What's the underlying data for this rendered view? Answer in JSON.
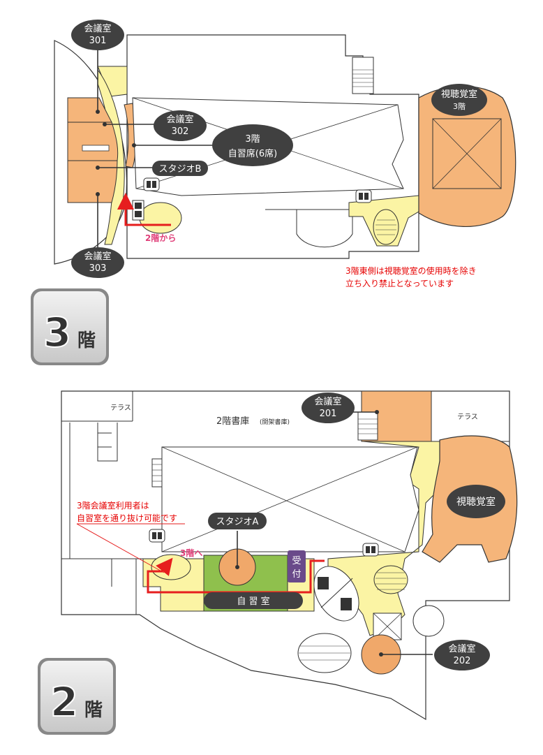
{
  "colors": {
    "room_orange": "#f5b57a",
    "room_orange_dark": "#f0a86a",
    "corridor_yellow": "#fbf4a4",
    "study_green": "#8fc04d",
    "label_dark": "#404040",
    "route_red": "#e61e1e",
    "route_label_pink": "#e0407a",
    "reception_purple": "#6a4a8a",
    "note_red": "#e60000"
  },
  "floor3": {
    "badge": {
      "number": "3",
      "kanji": "階"
    },
    "room_301": {
      "name": "会議室",
      "number": "301"
    },
    "room_302": {
      "name": "会議室",
      "number": "302"
    },
    "room_303": {
      "name": "会議室",
      "number": "303"
    },
    "study": {
      "line1": "3階",
      "line2": "自習席(6席)"
    },
    "studio_b": "スタジオB",
    "av_room": {
      "name": "視聴覚室",
      "floor": "3階"
    },
    "from_2f": "2階から",
    "note_line1": "3階東側は視聴覚室の使用時を除き",
    "note_line2": "立ち入り禁止となっています"
  },
  "floor2": {
    "badge": {
      "number": "2",
      "kanji": "階"
    },
    "terrace_left": "テラス",
    "terrace_right": "テラス",
    "stack_title": "2階書庫",
    "stack_sub": "(開架書庫)",
    "room_201": {
      "name": "会議室",
      "number": "201"
    },
    "room_202": {
      "name": "会議室",
      "number": "202"
    },
    "av_room": "視聴覚室",
    "studio_a": "スタジオA",
    "to_3f": "3階へ",
    "reception": {
      "char1": "受",
      "char2": "付"
    },
    "study_room": "自 習 室",
    "note_line1": "3階会議室利用者は",
    "note_line2": "自習室を通り抜け可能です"
  }
}
